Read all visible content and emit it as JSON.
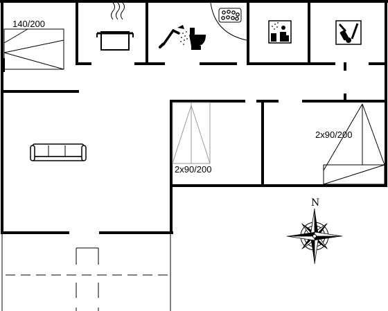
{
  "floor_plan": {
    "labels": {
      "bed_upper_left": "140/200",
      "bed_center": "2x90/200",
      "bed_right": "2x90/200"
    },
    "compass": {
      "north_letter": "N"
    },
    "icons": [
      "cooking-pot-icon",
      "shower-icon",
      "toilet-icon",
      "whirlpool-icon",
      "sauna-icon",
      "washing-machine-icon",
      "sofa-icon",
      "compass-rose-icon"
    ]
  }
}
